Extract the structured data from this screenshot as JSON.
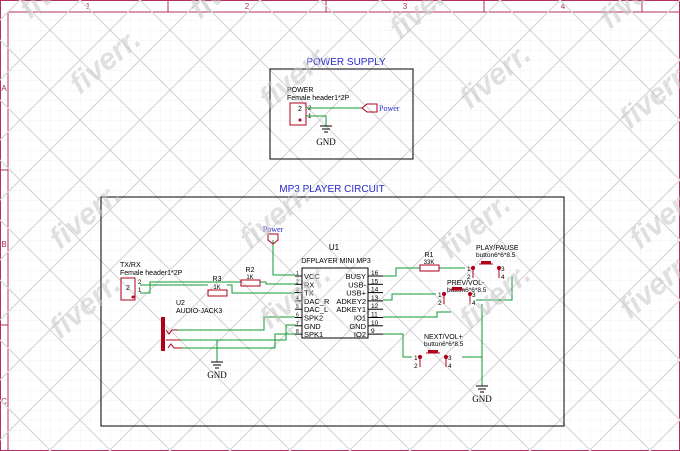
{
  "frame": {
    "columns": [
      "1",
      "2",
      "3",
      "4"
    ],
    "rows": [
      "A",
      "B",
      "C"
    ]
  },
  "colors": {
    "border": "#b03060",
    "wire": "#119933",
    "label_blue": "#2a2ad0",
    "part_red": "#b0001a",
    "grid": "#e6e6ee",
    "watermark": "#d8d8d8"
  },
  "watermark": "fiverr.",
  "power_supply": {
    "title": "POWER SUPPLY",
    "connector": {
      "ref": "POWER",
      "value": "Female header1*2P",
      "pins": [
        "2",
        "1"
      ]
    },
    "net_label": "Power",
    "ground": "GND"
  },
  "mp3_circuit": {
    "title": "MP3 PLAYER CIRCUIT",
    "power_label": "Power",
    "header": {
      "ref": "TX/RX",
      "value": "Female header1*2P",
      "pins": [
        "2",
        "1"
      ]
    },
    "r3": {
      "ref": "R3",
      "value": "1K"
    },
    "r2": {
      "ref": "R2",
      "value": "1K"
    },
    "r1": {
      "ref": "R1",
      "value": "33K"
    },
    "jack": {
      "ref": "U2",
      "value": "AUDIO-JACK3"
    },
    "module": {
      "ref": "U1",
      "value": "DFPLAYER MINI MP3",
      "left_pins": [
        {
          "num": "1",
          "name": "VCC"
        },
        {
          "num": "2",
          "name": "RX"
        },
        {
          "num": "3",
          "name": "TX"
        },
        {
          "num": "4",
          "name": "DAC_R"
        },
        {
          "num": "5",
          "name": "DAC_L"
        },
        {
          "num": "6",
          "name": "SPK2"
        },
        {
          "num": "7",
          "name": "GND"
        },
        {
          "num": "8",
          "name": "SPK1"
        }
      ],
      "right_pins": [
        {
          "num": "16",
          "name": "BUSY"
        },
        {
          "num": "15",
          "name": "USB-"
        },
        {
          "num": "14",
          "name": "USB+"
        },
        {
          "num": "13",
          "name": "ADKEY2"
        },
        {
          "num": "12",
          "name": "ADKEY1"
        },
        {
          "num": "11",
          "name": "IO1"
        },
        {
          "num": "10",
          "name": "GND"
        },
        {
          "num": "9",
          "name": "IO2"
        }
      ]
    },
    "buttons": [
      {
        "ref": "PLAY/PAUSE",
        "value": "button6*6*8.5",
        "pins": [
          "1",
          "2",
          "3",
          "4"
        ]
      },
      {
        "ref": "PREV/VOL-",
        "value": "button6*6*8.5",
        "pins": [
          "1",
          "2",
          "3",
          "4"
        ]
      },
      {
        "ref": "NEXT/VOL+",
        "value": "button6*6*8.5",
        "pins": [
          "1",
          "2",
          "3",
          "4"
        ]
      }
    ],
    "ground_left": "GND",
    "ground_right": "GND"
  }
}
